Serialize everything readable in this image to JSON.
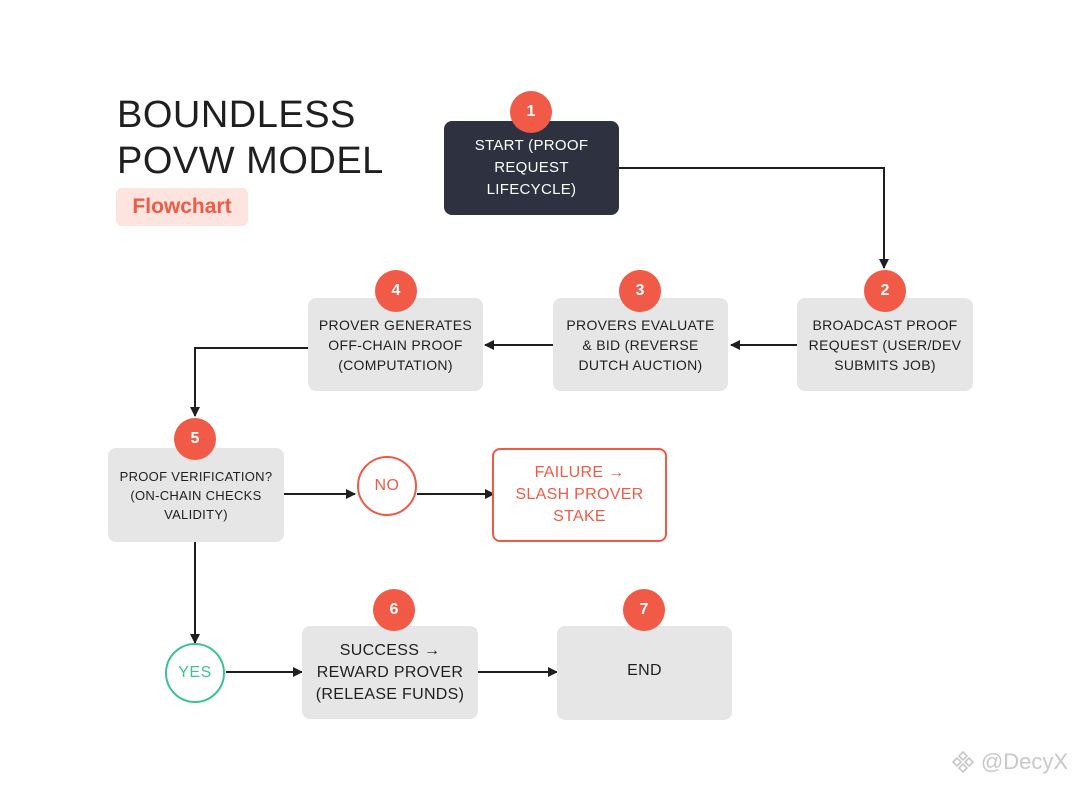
{
  "title_lines": [
    "BOUNDLESS",
    "POVW MODEL"
  ],
  "tag": "Flowchart",
  "nodes": {
    "n1": {
      "badge": "1",
      "lines": [
        "START (PROOF",
        "REQUEST",
        "LIFECYCLE)"
      ]
    },
    "n2": {
      "badge": "2",
      "lines": [
        "BROADCAST PROOF",
        "REQUEST (USER/DEV",
        "SUBMITS JOB)"
      ]
    },
    "n3": {
      "badge": "3",
      "lines": [
        "PROVERS EVALUATE",
        "& BID (REVERSE",
        "DUTCH AUCTION)"
      ]
    },
    "n4": {
      "badge": "4",
      "lines": [
        "PROVER GENERATES",
        "OFF-CHAIN PROOF",
        "(COMPUTATION)"
      ]
    },
    "n5": {
      "badge": "5",
      "lines": [
        "PROOF VERIFICATION?",
        "(ON-CHAIN CHECKS",
        "VALIDITY)"
      ]
    },
    "n6": {
      "badge": "6",
      "lines": [
        "SUCCESS →",
        "REWARD PROVER",
        "(RELEASE FUNDS)"
      ]
    },
    "n7": {
      "badge": "7",
      "lines": [
        "END"
      ]
    },
    "fail": {
      "lines": [
        "FAILURE →",
        "SLASH PROVER",
        "STAKE"
      ]
    }
  },
  "decisions": {
    "no": "NO",
    "yes": "YES"
  },
  "watermark": "@DecyX",
  "colors": {
    "accent": "#f05a46",
    "dark": "#2d3140",
    "box": "#e6e6e6",
    "yes": "#3cc391",
    "tag_bg": "#fde4df"
  }
}
